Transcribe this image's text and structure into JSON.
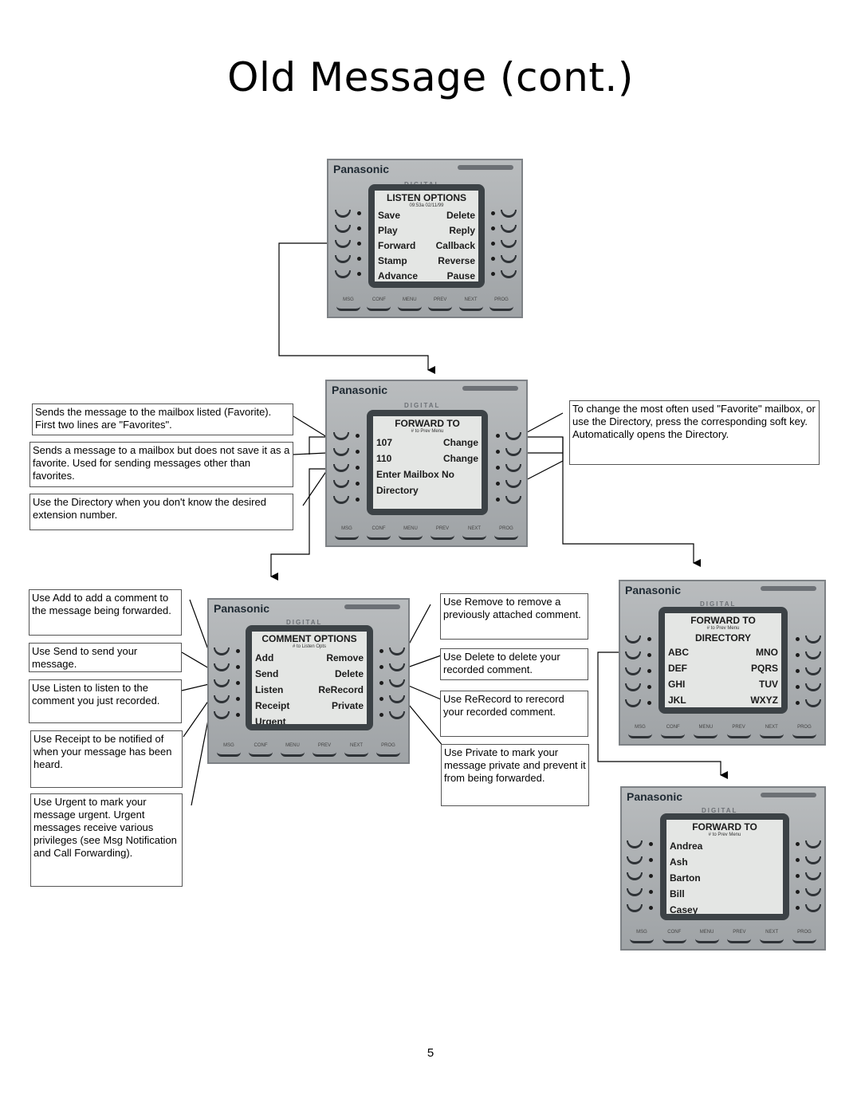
{
  "title": "Old Message (cont.)",
  "page_number": "5",
  "brand": "Panasonic",
  "digital_label": "DIGITAL",
  "function_keys": [
    "MSG",
    "CONF",
    "MENU",
    "PREV",
    "NEXT",
    "PROG"
  ],
  "screens": {
    "listen_options": {
      "title": "LISTEN OPTIONS",
      "subtitle": "09:53a 02/11/99",
      "rows": [
        {
          "left": "Save",
          "right": "Delete"
        },
        {
          "left": "Play",
          "right": "Reply"
        },
        {
          "left": "Forward",
          "right": "Callback"
        },
        {
          "left": "Stamp",
          "right": "Reverse"
        },
        {
          "left": "Advance",
          "right": "Pause"
        }
      ]
    },
    "forward_to": {
      "title": "FORWARD TO",
      "subtitle": "# to Prev Menu",
      "rows": [
        {
          "left": "107",
          "right": "Change"
        },
        {
          "left": "110",
          "right": "Change"
        },
        {
          "left": "Enter Mailbox No",
          "right": ""
        },
        {
          "left": "Directory",
          "right": ""
        }
      ]
    },
    "comment_options": {
      "title": "COMMENT OPTIONS",
      "subtitle": "# to Listen Opts",
      "rows": [
        {
          "left": "Add",
          "right": "Remove"
        },
        {
          "left": "Send",
          "right": "Delete"
        },
        {
          "left": "Listen",
          "right": "ReRecord"
        },
        {
          "left": "Receipt",
          "right": "Private"
        },
        {
          "left": "Urgent",
          "right": ""
        }
      ]
    },
    "forward_directory": {
      "title": "FORWARD TO",
      "title2": "DIRECTORY",
      "subtitle": "# to Prev Menu",
      "rows": [
        {
          "left": "ABC",
          "right": "MNO"
        },
        {
          "left": "DEF",
          "right": "PQRS"
        },
        {
          "left": "GHI",
          "right": "TUV"
        },
        {
          "left": "JKL",
          "right": "WXYZ"
        }
      ]
    },
    "forward_names": {
      "title": "FORWARD TO",
      "subtitle": "# to Prev Menu",
      "rows": [
        {
          "left": "Andrea",
          "right": ""
        },
        {
          "left": "Ash",
          "right": ""
        },
        {
          "left": "Barton",
          "right": ""
        },
        {
          "left": "Bill",
          "right": ""
        },
        {
          "left": "Casey",
          "right": ""
        }
      ]
    }
  },
  "notes": {
    "favorite": "Sends the message to the mailbox listed (Favorite). First two lines are \"Favorites\".",
    "enter_mailbox": "Sends a message to a mailbox but does not save it as a favorite.  Used for sending messages other than favorites.",
    "directory": "Use the Directory when you don't know the desired extension number.",
    "change": "To change the most often used \"Favorite\" mailbox, or use the Directory, press the corresponding soft key.  Automatically opens the Directory.",
    "add": "Use Add to add a comment to the message being forwarded.",
    "send": "Use Send  to send your message.",
    "listen": "Use Listen to listen to the comment you just recorded.",
    "receipt": "Use Receipt to be notified of when your message has been heard.",
    "urgent": "Use Urgent to mark your message urgent.  Urgent messages receive various privileges (see Msg Notification and Call Forwarding).",
    "remove": "Use Remove to remove a previously attached comment.",
    "delete": "Use Delete to delete your recorded comment.",
    "rerecord": "Use ReRecord to rerecord your recorded comment.",
    "private": "Use Private to mark your message private and prevent it from being forwarded."
  }
}
